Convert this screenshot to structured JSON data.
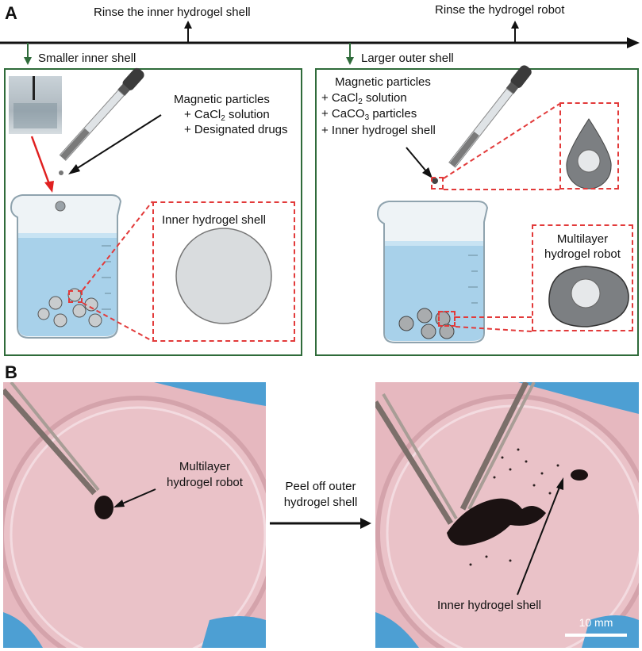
{
  "panel_a": {
    "letter": "A",
    "timeline": {
      "rinse_inner": "Rinse the inner hydrogel shell",
      "rinse_robot": "Rinse the hydrogel robot",
      "step_inner": "Smaller inner shell",
      "step_outer": "Larger outer shell"
    },
    "left_box": {
      "ingredients": [
        "Magnetic particles",
        "+ CaCl",
        "solution",
        "+ Designated drugs"
      ],
      "cacl_sub": "2",
      "zoom_label": "Inner hydrogel shell"
    },
    "right_box": {
      "line1": "Magnetic particles",
      "line2_pre": "+ CaCl",
      "line2_sub": "2",
      "line2_post": " solution",
      "line3_pre": "+ CaCO",
      "line3_sub": "3",
      "line3_post": " particles",
      "line4": "+ Inner hydrogel shell",
      "zoom_label_1": "Multilayer",
      "zoom_label_2": "hydrogel robot"
    }
  },
  "panel_b": {
    "letter": "B",
    "left_photo_label_1": "Multilayer",
    "left_photo_label_2": "hydrogel robot",
    "arrow_label_1": "Peel off outer",
    "arrow_label_2": "hydrogel shell",
    "right_photo_label": "Inner hydrogel shell",
    "scale_bar": "10 mm"
  },
  "colors": {
    "box_border": "#2f6b3a",
    "zoom_dash": "#e23a3a",
    "green_arrow": "#2f6b3a",
    "water": "#9ccbe8",
    "dish_bg": "#e9b9c0",
    "glove": "#4a9bd0"
  }
}
